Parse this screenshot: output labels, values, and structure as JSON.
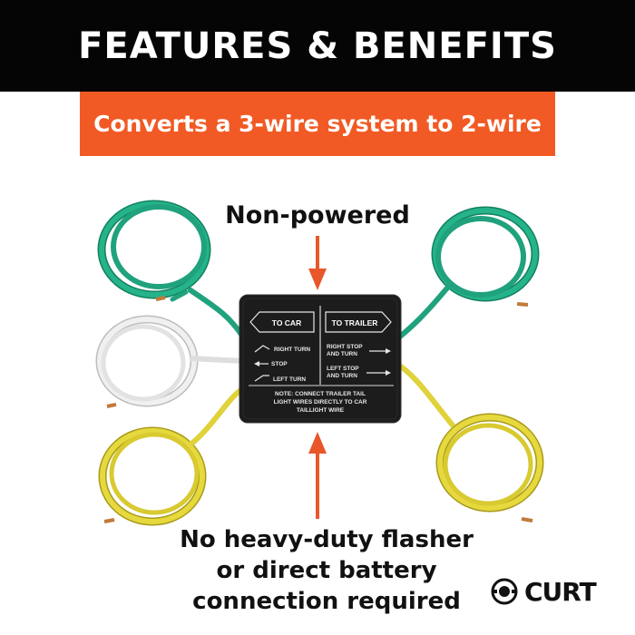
{
  "header": {
    "title": "FEATURES & BENEFITS"
  },
  "banner": {
    "text": "Converts a 3-wire system to 2-wire"
  },
  "labels": {
    "top": "Non-powered",
    "bottom_lines": [
      "No heavy-duty flasher",
      "or direct battery",
      "connection required"
    ]
  },
  "converter": {
    "to_car": "TO CAR",
    "to_trailer": "TO TRAILER",
    "right_turn": "RIGHT TURN",
    "stop": "STOP",
    "left_turn": "LEFT TURN",
    "right_stop_turn_1": "RIGHT STOP",
    "right_stop_turn_2": "AND TURN",
    "left_stop_turn_1": "LEFT STOP",
    "left_stop_turn_2": "AND TURN",
    "note_1": "NOTE:  CONNECT  TRAILER  TAIL",
    "note_2": "LIGHT  WIRES  DIRECTLY  TO  CAR",
    "note_3": "TAILLIGHT  WIRE"
  },
  "logo": {
    "text": "CURT",
    "icon": "curt-hitch-ball-icon"
  },
  "colors": {
    "header_bg": "#050505",
    "banner_bg": "#f15a24",
    "arrow": "#e8572a",
    "wire_green": "#1fa27d",
    "wire_white": "#e6e6e6",
    "wire_yellow": "#e0d23a",
    "box": "#1c1c1c"
  }
}
